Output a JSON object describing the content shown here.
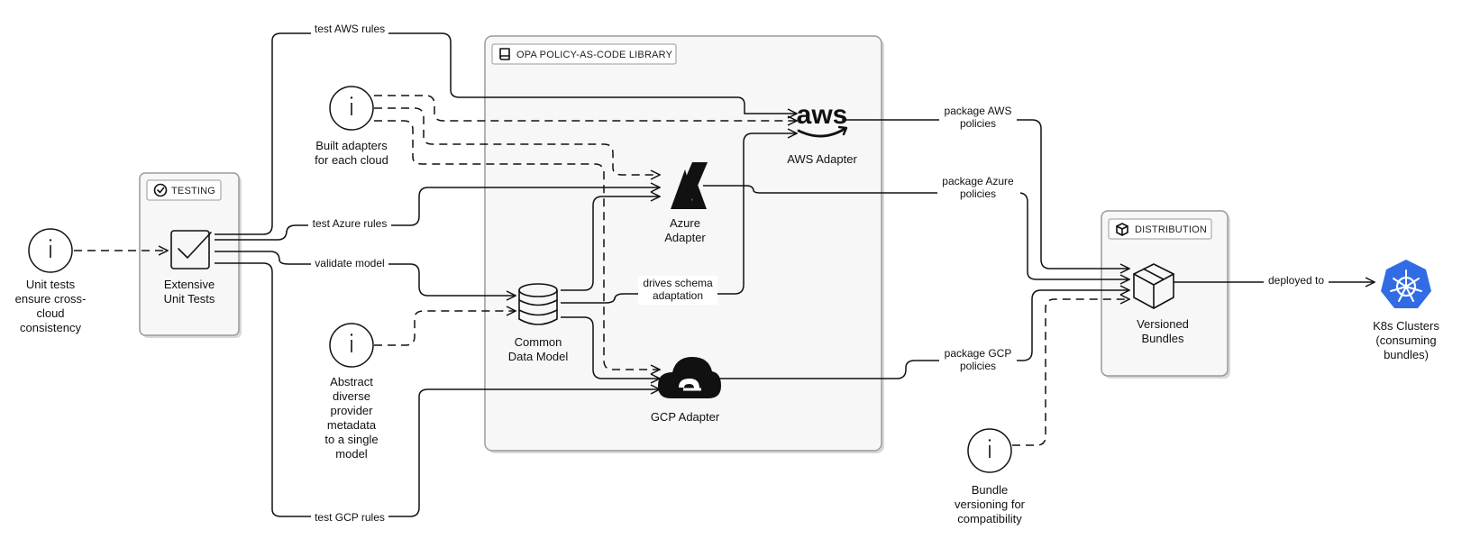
{
  "groups": {
    "testing": {
      "tag": "TESTING",
      "icon": "check-circle-icon"
    },
    "library": {
      "tag": "OPA POLICY-AS-CODE LIBRARY",
      "icon": "book-icon"
    },
    "distribution": {
      "tag": "DISTRIBUTION",
      "icon": "package-icon"
    }
  },
  "nodes": {
    "unit_tests_note": {
      "lines": [
        "Unit tests",
        "ensure cross-",
        "cloud",
        "consistency"
      ],
      "icon": "info-icon"
    },
    "extensive_unit_tests": {
      "lines": [
        "Extensive",
        "Unit Tests"
      ],
      "icon": "checkbox-icon"
    },
    "built_adapters_note": {
      "lines": [
        "Built adapters",
        "for each cloud"
      ],
      "icon": "info-icon"
    },
    "abstract_note": {
      "lines": [
        "Abstract",
        "diverse",
        "provider",
        "metadata",
        "to a single",
        "model"
      ],
      "icon": "info-icon"
    },
    "aws_adapter": {
      "lines": [
        "AWS Adapter"
      ],
      "logo_text": "aws",
      "icon": "aws-logo-icon"
    },
    "azure_adapter": {
      "lines": [
        "Azure",
        "Adapter"
      ],
      "icon": "azure-logo-icon"
    },
    "common_data_model": {
      "lines": [
        "Common",
        "Data Model"
      ],
      "icon": "database-icon"
    },
    "gcp_adapter": {
      "lines": [
        "GCP Adapter"
      ],
      "icon": "gcp-cloud-icon"
    },
    "versioned_bundles": {
      "lines": [
        "Versioned",
        "Bundles"
      ],
      "icon": "package-icon"
    },
    "k8s_clusters": {
      "lines": [
        "K8s Clusters",
        "(consuming",
        "bundles)"
      ],
      "icon": "kubernetes-icon"
    },
    "bundle_versioning_note": {
      "lines": [
        "Bundle",
        "versioning for",
        "compatibility"
      ],
      "icon": "info-icon"
    }
  },
  "edge_labels": {
    "test_aws": "test AWS rules",
    "test_azure": "test Azure rules",
    "validate_model": "validate model",
    "test_gcp": "test GCP rules",
    "drives_schema": [
      "drives schema",
      "adaptation"
    ],
    "package_aws": [
      "package AWS",
      "policies"
    ],
    "package_azure": [
      "package Azure",
      "policies"
    ],
    "package_gcp": [
      "package GCP",
      "policies"
    ],
    "deployed_to": "deployed to"
  },
  "colors": {
    "kubernetes": "#326ce5",
    "group_fill": "#f7f7f7",
    "group_border": "#9a9a9a"
  }
}
